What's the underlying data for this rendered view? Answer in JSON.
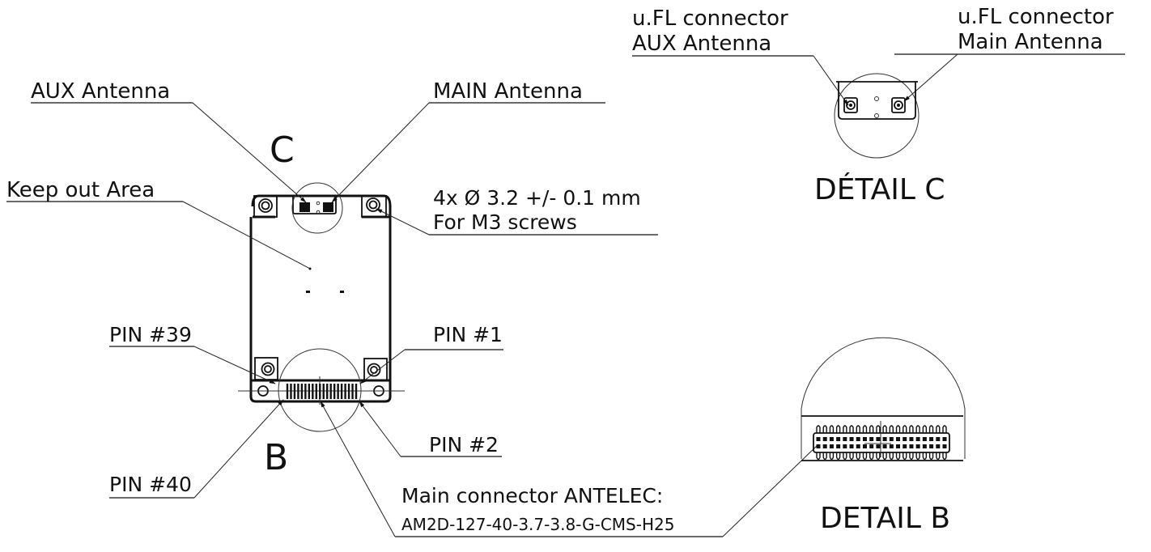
{
  "drawing": {
    "main_view": {
      "callouts": {
        "aux_antenna": "AUX Antenna",
        "main_antenna": "MAIN Antenna",
        "keep_out": "Keep out Area",
        "screws_line1": "4x Ø 3.2 +/- 0.1 mm",
        "screws_line2": "For M3 screws",
        "pin39": "PIN #39",
        "pin1": "PIN #1",
        "pin2": "PIN #2",
        "pin40": "PIN #40",
        "connector_line1": "Main connector ANTELEC:",
        "connector_line2": "AM2D-127-40-3.7-3.8-G-CMS-H25"
      },
      "detail_markers": {
        "c": "C",
        "b": "B"
      }
    },
    "detail_c": {
      "title": "DÉTAIL C",
      "callouts": {
        "aux_line1": "u.FL connector",
        "aux_line2": "AUX Antenna",
        "main_line1": "u.FL connector",
        "main_line2": "Main Antenna"
      }
    },
    "detail_b": {
      "title": "DETAIL B",
      "pin_count": 40
    }
  }
}
